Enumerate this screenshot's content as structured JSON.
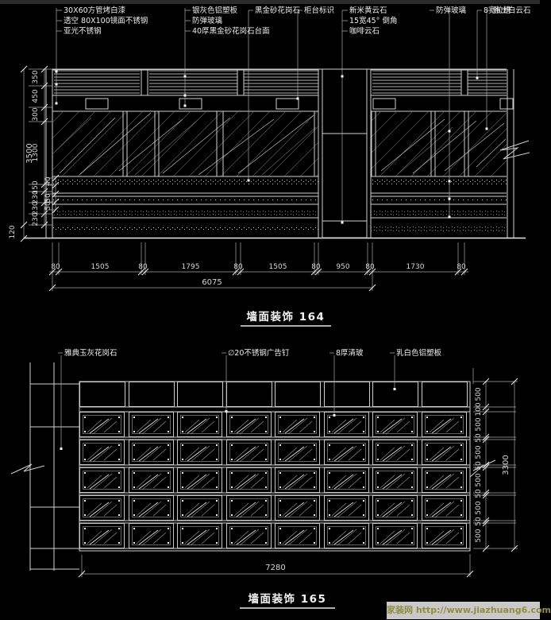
{
  "colors": {
    "background": "#000000",
    "line": "#cfcfcf",
    "dim_line": "#a8a8a8",
    "text": "#ededed",
    "watermark_bg": "#c9c9c9",
    "watermark_text": "#8e8e3e"
  },
  "d164": {
    "title": "墙面装饰 164",
    "ann_a": [
      "30X60方管烤白漆",
      "透空 80X100镜面不锈钢",
      "亚光不锈钢"
    ],
    "ann_b": [
      "银灰色铝塑板",
      "防弹玻璃",
      "40厚黑金砂花岗石台面"
    ],
    "ann_c": "黑金砂花岗石",
    "ann_d": "柜台标识",
    "ann_e": [
      "新米黄云石",
      "15宽45° 倒角",
      "咖啡云石"
    ],
    "ann_f": "防弹玻璃",
    "ann_g": "8宽拉槽",
    "ann_h": "雅士白云石",
    "dims_left": [
      "350",
      "450",
      "300",
      "1300",
      "150",
      "230",
      "230",
      "230"
    ],
    "dims_left_inner": [
      "40",
      "50",
      "50"
    ],
    "dim_left_total": "3500",
    "dim_left_bottom": "120",
    "dims_bottom": [
      "80",
      "1505",
      "80",
      "1795",
      "80",
      "1505",
      "80",
      "950",
      "80",
      "1730",
      "80"
    ],
    "dim_bottom_total": "6075"
  },
  "d165": {
    "title": "墙面装饰 165",
    "ann": [
      "雅典玉灰花岗石",
      "∅20不锈钢广告钉",
      "8厚清玻",
      "乳白色铝塑板"
    ],
    "dims_right": [
      "500",
      "100",
      "500",
      "50",
      "500",
      "50",
      "500",
      "50",
      "500",
      "50",
      "500"
    ],
    "dim_right_total": "3300",
    "dim_bottom_total": "7280"
  },
  "watermark": {
    "site_name": "家装网",
    "url": "http://www.jiazhuang6.com"
  }
}
